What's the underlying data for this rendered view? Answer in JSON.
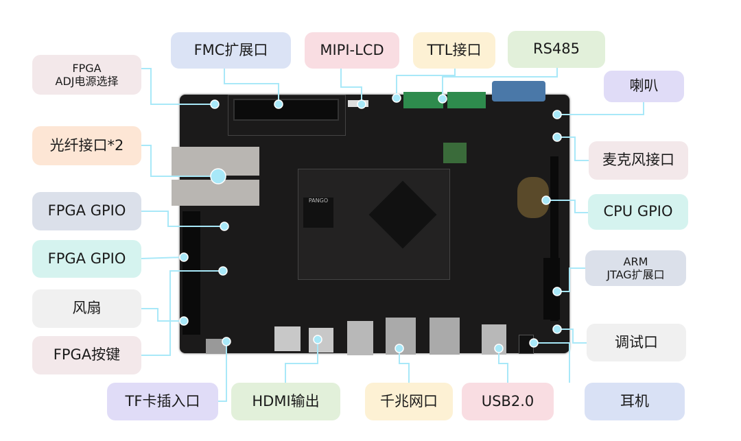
{
  "labels": {
    "fpga_adj": "FPGA\nADJ电源选择",
    "fmc": "FMC扩展口",
    "mipi": "MIPI-LCD",
    "ttl": "TTL接口",
    "rs485": "RS485",
    "speaker": "喇叭",
    "mic": "麦克风接口",
    "cpu_gpio": "CPU GPIO",
    "arm_jtag": "ARM\nJTAG扩展口",
    "debug": "调试口",
    "earphone": "耳机",
    "usb": "USB2.0",
    "ethernet": "千兆网口",
    "hdmi": "HDMI输出",
    "tf": "TF卡插入口",
    "fpga_key": "FPGA按键",
    "fan": "风扇",
    "fpga_gpio_2": "FPGA GPIO",
    "fpga_gpio_1": "FPGA GPIO",
    "sfp": "光纤接口*2"
  },
  "board": {
    "chip_brand": "PANGO"
  },
  "colors": {
    "line": "#a8e8f8",
    "board": "#1b1a1a"
  }
}
